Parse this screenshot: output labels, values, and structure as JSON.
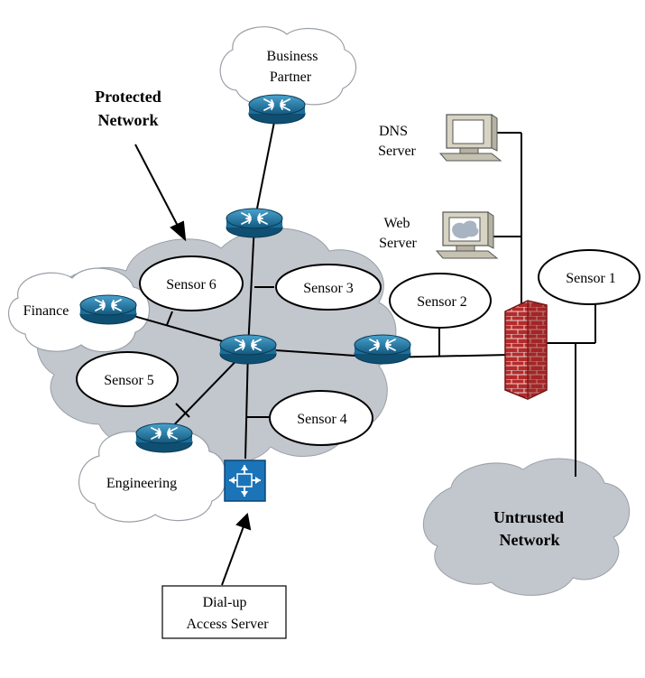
{
  "labels": {
    "protected_line1": "Protected",
    "protected_line2": "Network",
    "partner_line1": "Business",
    "partner_line2": "Partner",
    "dns_line1": "DNS",
    "dns_line2": "Server",
    "web_line1": "Web",
    "web_line2": "Server",
    "finance": "Finance",
    "engineering": "Engineering",
    "untrusted_line1": "Untrusted",
    "untrusted_line2": "Network",
    "dialup_line1": "Dial-up",
    "dialup_line2": "Access Server"
  },
  "sensors": {
    "s1": "Sensor 1",
    "s2": "Sensor 2",
    "s3": "Sensor 3",
    "s4": "Sensor 4",
    "s5": "Sensor 5",
    "s6": "Sensor 6"
  },
  "colors": {
    "cloud_gray": "#c2c6cd",
    "cloud_white": "#ffffff",
    "router_blue": "#1b6f9c",
    "firewall_red": "#b52b2b",
    "line": "#000000"
  }
}
